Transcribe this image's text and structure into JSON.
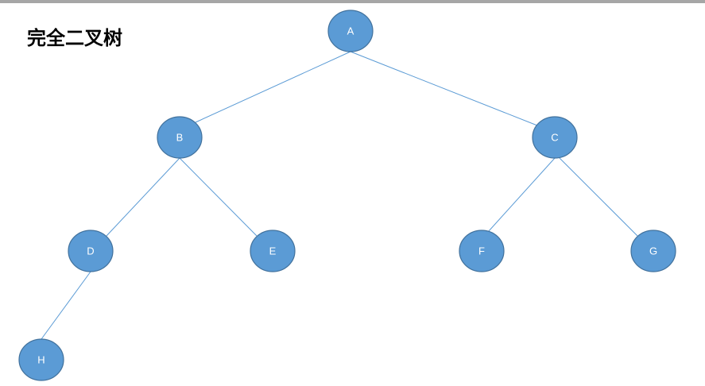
{
  "title": "完全二叉树",
  "colors": {
    "node_fill": "#5b9bd5",
    "node_stroke": "#41719c",
    "edge": "#5b9bd5",
    "label": "#ffffff",
    "top_bar": "#a6a6a6"
  },
  "tree": {
    "nodes": [
      {
        "id": "A",
        "label": "A"
      },
      {
        "id": "B",
        "label": "B"
      },
      {
        "id": "C",
        "label": "C"
      },
      {
        "id": "D",
        "label": "D"
      },
      {
        "id": "E",
        "label": "E"
      },
      {
        "id": "F",
        "label": "F"
      },
      {
        "id": "G",
        "label": "G"
      },
      {
        "id": "H",
        "label": "H"
      }
    ],
    "edges": [
      {
        "from": "A",
        "to": "B"
      },
      {
        "from": "A",
        "to": "C"
      },
      {
        "from": "B",
        "to": "D"
      },
      {
        "from": "B",
        "to": "E"
      },
      {
        "from": "C",
        "to": "F"
      },
      {
        "from": "C",
        "to": "G"
      },
      {
        "from": "D",
        "to": "H"
      }
    ]
  }
}
